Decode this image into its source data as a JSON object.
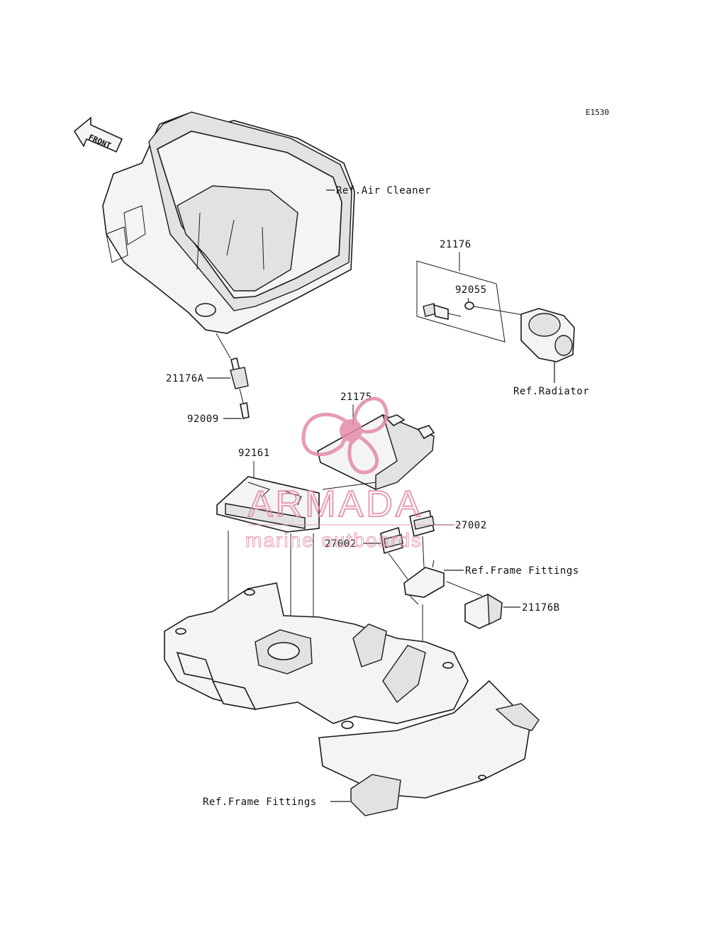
{
  "diagram_code": "E1530",
  "front_arrow_text": "FRONT",
  "labels": {
    "ref_air_cleaner": "Ref.Air Cleaner",
    "p21176": "21176",
    "p92055": "92055",
    "ref_radiator": "Ref.Radiator",
    "p21176A": "21176A",
    "p92009": "92009",
    "p21175": "21175",
    "p92161": "92161",
    "p27002_right": "27002",
    "p27002_left": "27002",
    "ref_frame_fittings_upper": "Ref.Frame Fittings",
    "p21176B": "21176B",
    "ref_frame_fittings_lower": "Ref.Frame Fittings"
  },
  "watermark": {
    "brand": "ARMADA",
    "tagline": "marine outboards",
    "color": "#e48aa8"
  },
  "colors": {
    "line": "#1a1a1a",
    "background": "#ffffff"
  }
}
